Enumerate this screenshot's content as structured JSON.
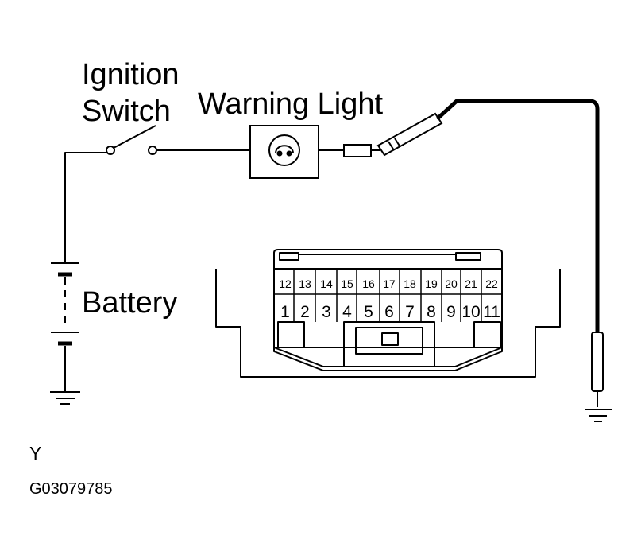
{
  "labels": {
    "ignition_line1": "Ignition",
    "ignition_line2": "Switch",
    "warning_light": "Warning Light",
    "battery": "Battery",
    "view_letter": "Y",
    "figure_code": "G03079785"
  },
  "connector": {
    "top_row": [
      "12",
      "13",
      "14",
      "15",
      "16",
      "17",
      "18",
      "19",
      "20",
      "21",
      "22"
    ],
    "bottom_row": [
      "1",
      "2",
      "3",
      "4",
      "5",
      "6",
      "7",
      "8",
      "9",
      "10",
      "11"
    ]
  }
}
